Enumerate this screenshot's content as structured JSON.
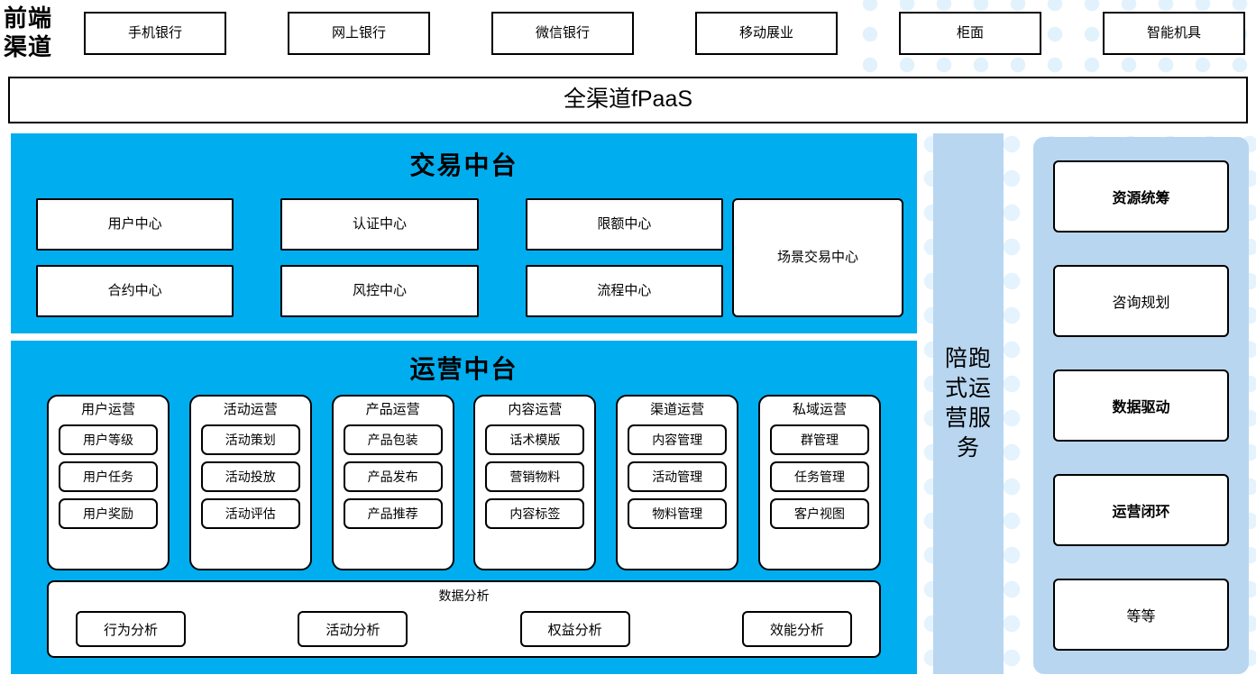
{
  "colors": {
    "cyan_panel": "#00AEEF",
    "light_blue": "#b8d6f0",
    "dot_decor": "#e2f2fc",
    "outline": "#000000",
    "card_bg": "#ffffff"
  },
  "frontend": {
    "label": "前端\n渠道",
    "channels": [
      {
        "label": "手机银行"
      },
      {
        "label": "网上银行"
      },
      {
        "label": "微信银行"
      },
      {
        "label": "移动展业"
      },
      {
        "label": "柜面"
      },
      {
        "label": "智能机具"
      }
    ]
  },
  "fpaas": {
    "label": "全渠道fPaaS"
  },
  "trade_platform": {
    "title": "交易中台",
    "centers": [
      {
        "label": "用户中心"
      },
      {
        "label": "认证中心"
      },
      {
        "label": "限额中心"
      },
      {
        "label": "合约中心"
      },
      {
        "label": "风控中心"
      },
      {
        "label": "流程中心"
      }
    ],
    "scene": {
      "label": "场景交易中心"
    }
  },
  "ops_platform": {
    "title": "运营中台",
    "columns": [
      {
        "title": "用户运营",
        "items": [
          "用户等级",
          "用户任务",
          "用户奖励"
        ]
      },
      {
        "title": "活动运营",
        "items": [
          "活动策划",
          "活动投放",
          "活动评估"
        ]
      },
      {
        "title": "产品运营",
        "items": [
          "产品包装",
          "产品发布",
          "产品推荐"
        ]
      },
      {
        "title": "内容运营",
        "items": [
          "话术模版",
          "营销物料",
          "内容标签"
        ]
      },
      {
        "title": "渠道运营",
        "items": [
          "内容管理",
          "活动管理",
          "物料管理"
        ]
      },
      {
        "title": "私域运营",
        "items": [
          "群管理",
          "任务管理",
          "客户视图"
        ]
      }
    ],
    "analysis": {
      "title": "数据分析",
      "items": [
        "行为分析",
        "活动分析",
        "权益分析",
        "效能分析"
      ]
    }
  },
  "service_bar": {
    "label": "陪跑\n式运\n营服\n务"
  },
  "capabilities": {
    "items": [
      {
        "label": "资源统筹",
        "bold": true
      },
      {
        "label": "咨询规划",
        "bold": false
      },
      {
        "label": "数据驱动",
        "bold": true
      },
      {
        "label": "运营闭环",
        "bold": true
      },
      {
        "label": "等等",
        "bold": false
      }
    ]
  }
}
